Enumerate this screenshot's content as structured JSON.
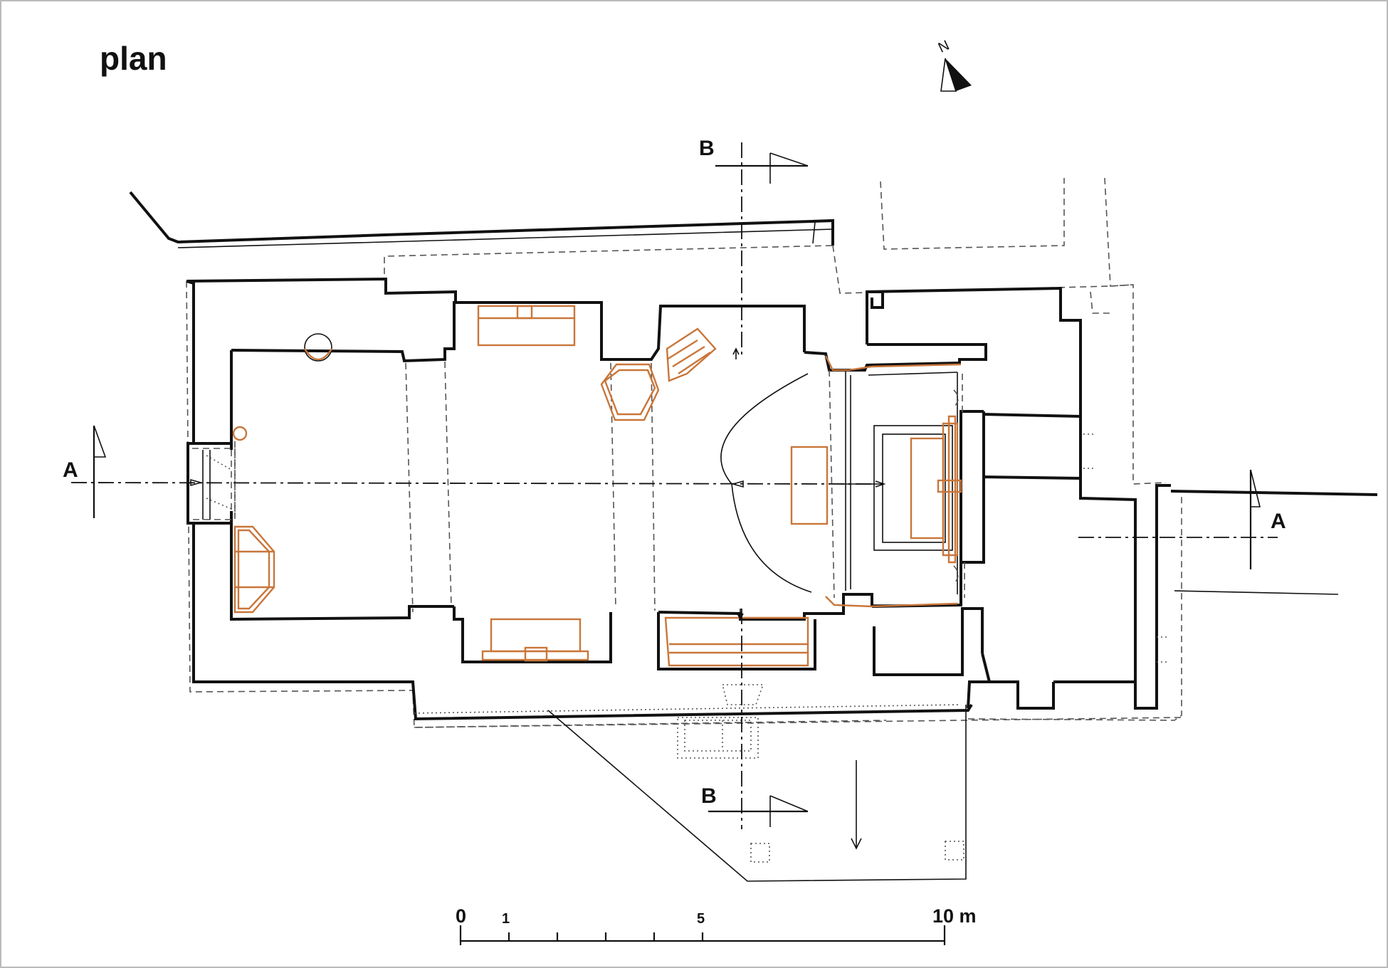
{
  "title": "plan",
  "north_label": "N",
  "section_labels": {
    "a_left": "A",
    "a_right": "A",
    "b_top": "B",
    "b_bottom": "B"
  },
  "scale_bar": {
    "labels": [
      "0",
      "1",
      "5",
      "10 m"
    ],
    "divisions": [
      0,
      1,
      2,
      3,
      4,
      5,
      10
    ]
  },
  "colors": {
    "walls": "#111111",
    "furnishings": "#c9763a",
    "hidden_lines": "#555555"
  }
}
